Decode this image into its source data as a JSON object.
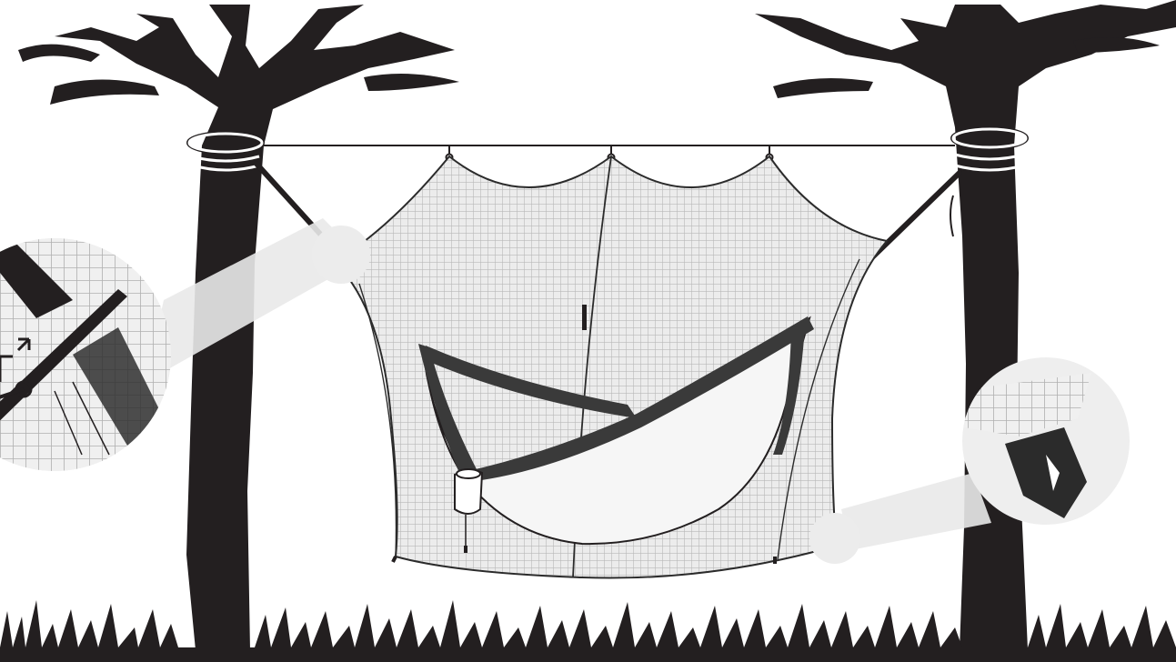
{
  "illustration": {
    "subject": "hammock-bug-net-setup",
    "colors": {
      "background": "#ffffff",
      "silhouette": "#231f20",
      "net_fill": "#e6e6e6",
      "net_line": "#3a3a3a",
      "mesh": "#bdbdbd",
      "hammock_fill": "#f4f4f4",
      "strap": "#2f2f2f",
      "callout_ring": "#e9e9e9"
    },
    "parts": [
      "tree-left",
      "tree-right",
      "ridgeline",
      "bug-net",
      "hammock",
      "tree-straps",
      "grass",
      "callout-left",
      "callout-right"
    ]
  }
}
